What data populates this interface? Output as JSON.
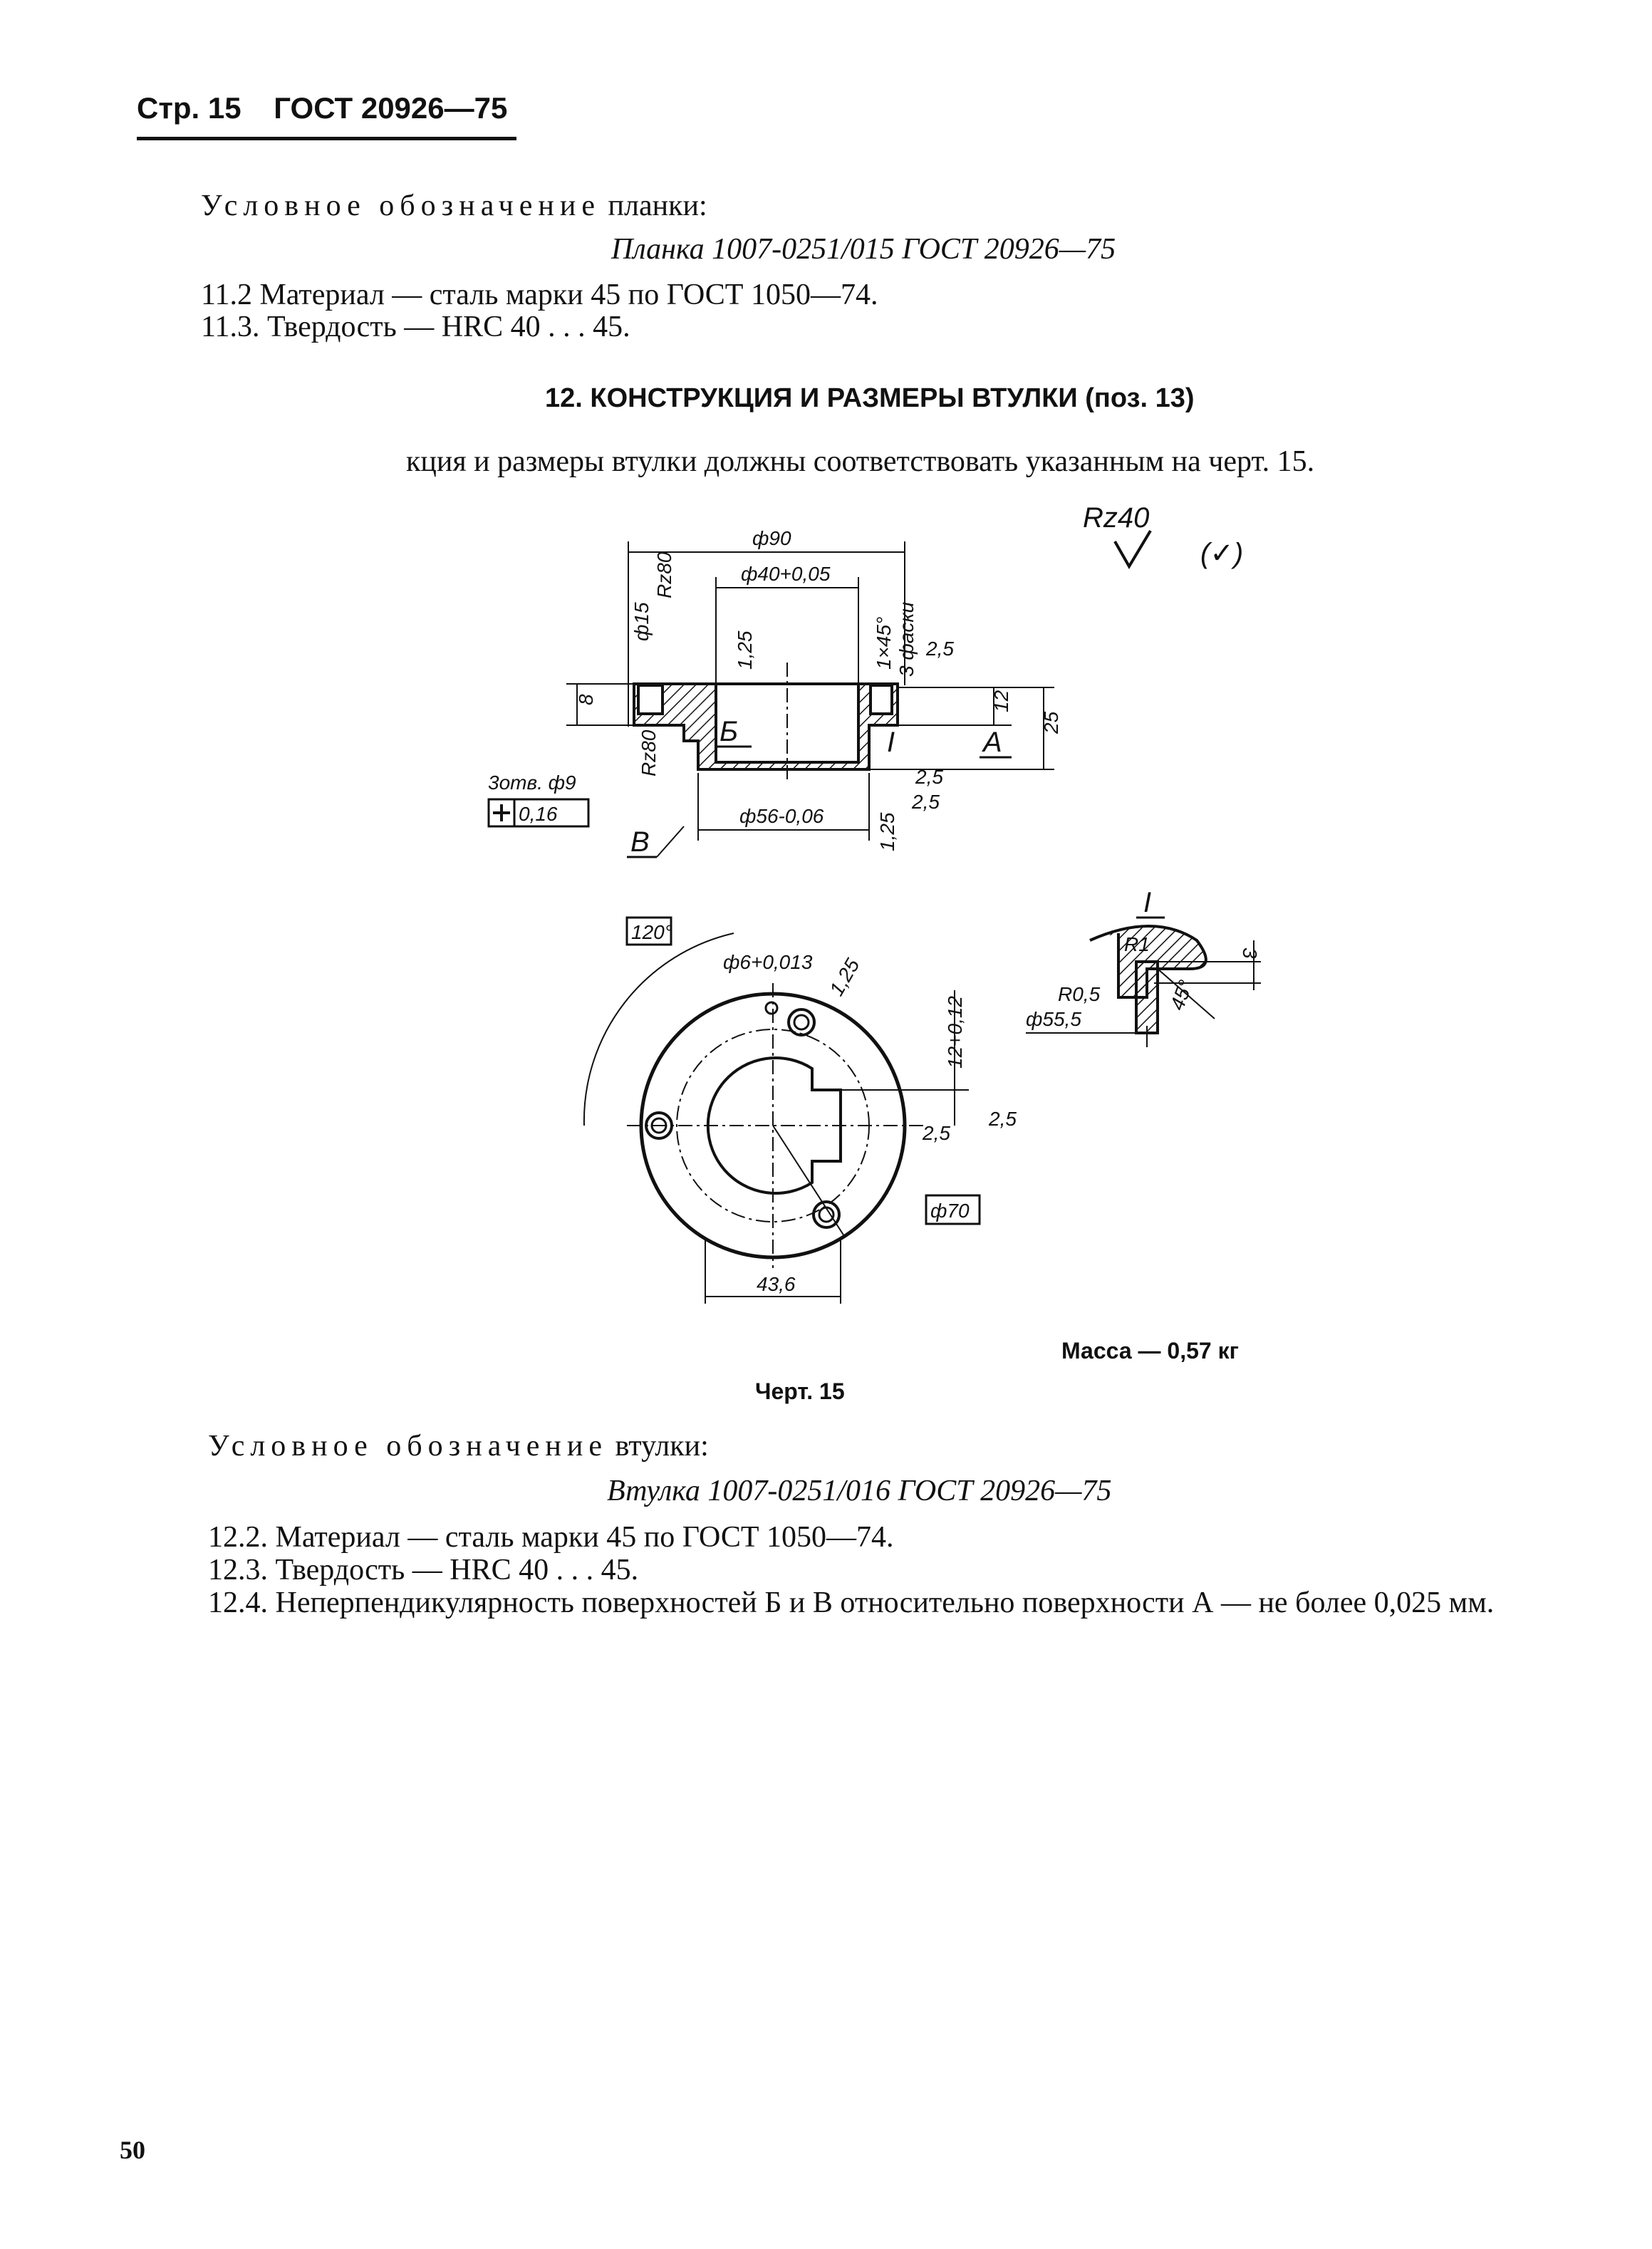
{
  "header": {
    "page": "Стр. 15",
    "standard": "ГОСТ 20926—75"
  },
  "section11": {
    "designation_label": "Условное обозначение",
    "designation_label_tail": "планки:",
    "designation_example": "Планка 1007-0251/015 ГОСТ 20926—75",
    "item2": "11.2  Материал — сталь марки 45 по ГОСТ 1050—74.",
    "item3": "11.3. Твердость — HRC 40 . . . 45."
  },
  "section12": {
    "heading": "12. КОНСТРУКЦИЯ И РАЗМЕРЫ ВТУЛКИ (поз. 13)",
    "intro": "кция и размеры втулки должны соответствовать указанным на черт. 15.",
    "designation_label": "Условное обозначение",
    "designation_label_tail": "втулки:",
    "designation_example": "Втулка 1007-0251/016 ГОСТ 20926—75",
    "item2": "12.2. Материал — сталь марки 45 по ГОСТ 1050—74.",
    "item3": "12.3. Твердость — HRC 40 . . . 45.",
    "item4": "12.4. Неперпендикулярность поверхностей Б  и В относительно поверхности А — не более 0,025 мм."
  },
  "drawing": {
    "roughness_general": "Rz40",
    "roughness_bracket": "(✓)",
    "dims": {
      "d90": "ф90",
      "d40": "ф40+0,05",
      "d15": "ф15",
      "rz80_top": "Rz80",
      "rz80_side": "Rz80",
      "chamfer_a": "1,25",
      "chamfer_b": "1×45°",
      "chamfer_c": "3 фаски",
      "r25_top": "2,5",
      "h8": "8",
      "h12": "12",
      "h25": "25",
      "holes": "3отв. ф9",
      "tol_frame": "0,16",
      "d56": "ф56-0,06",
      "r125": "1,25",
      "r25_mid": "2,5",
      "r25_low": "2,5",
      "base_b": "Б",
      "base_v": "В",
      "base_a": "А",
      "view_I": "I",
      "angle120": "120°",
      "d6": "ф6+0,013",
      "r125_plan": "1,25",
      "h12_plan": "12+0,12",
      "r25_plan_a": "2,5",
      "r25_plan_b": "2,5",
      "d70": "ф70",
      "w436": "43,6",
      "detail_I": "I",
      "r1": "R1",
      "h3": "3",
      "r05": "R0,5",
      "a45": "45°",
      "d555": "ф55,5"
    },
    "mass": "Масса — 0,57 кг",
    "caption": "Черт. 15"
  },
  "page_number": "50"
}
